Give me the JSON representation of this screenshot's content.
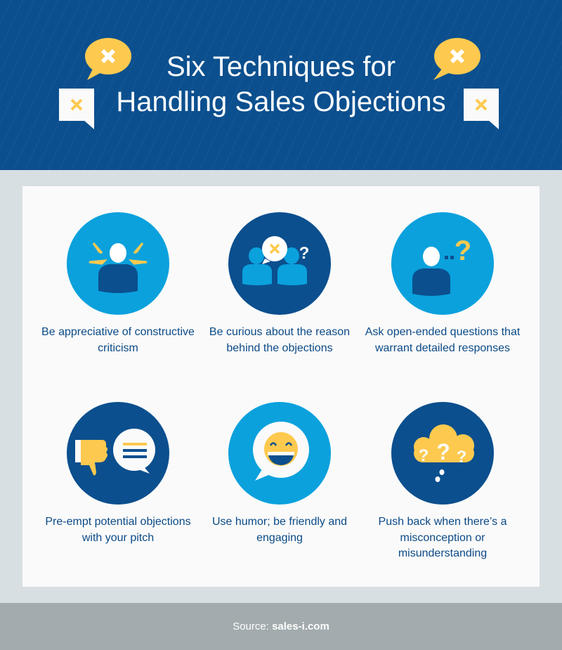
{
  "header": {
    "title_line1": "Six Techniques for",
    "title_line2": "Handling Sales Objections"
  },
  "colors": {
    "dark_blue": "#0b4f8e",
    "light_blue": "#0ba1dd",
    "yellow": "#fdc94f"
  },
  "techniques": [
    {
      "icon": "person-alert-icon",
      "caption": "Be appreciative of constructive criticism"
    },
    {
      "icon": "people-conversation-icon",
      "caption": "Be curious about the reason behind the objections"
    },
    {
      "icon": "person-question-icon",
      "caption": "Ask open-ended questions that warrant detailed responses"
    },
    {
      "icon": "thumbs-down-speech-icon",
      "caption": "Pre-empt potential objections with your pitch"
    },
    {
      "icon": "smiley-speech-icon",
      "caption": "Use humor; be friendly and engaging"
    },
    {
      "icon": "question-cloud-icon",
      "caption": "Push back when there’s a misconception or misunderstanding"
    }
  ],
  "footer": {
    "label": "Source:",
    "source": "sales-i.com"
  }
}
